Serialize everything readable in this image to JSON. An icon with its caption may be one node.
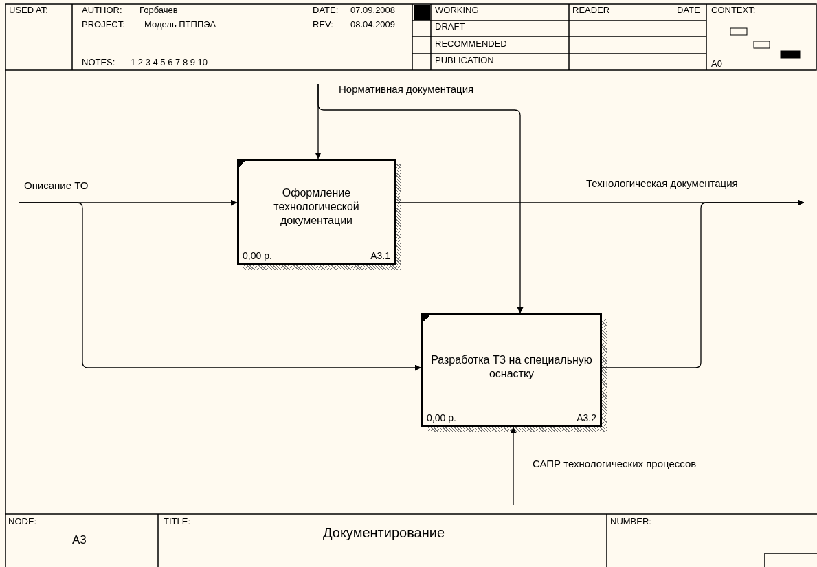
{
  "diagram": {
    "title": "Документирование",
    "nodes": [
      {
        "text": [
          "Оформление технологической документации",
          "0,00 р.",
          "A3.1"
        ]
      },
      {
        "text": [
          "Разработка ТЗ на специальную оснастку",
          "0,00 р.",
          "A3.2"
        ]
      }
    ],
    "edges": [
      {
        "from": null,
        "to": 0,
        "arrow": "to",
        "label": "Описание ТО"
      },
      {
        "from": null,
        "to": 1,
        "arrow": "to"
      },
      {
        "from": null,
        "to": 0,
        "arrow": "to",
        "label": "Нормативная документация"
      },
      {
        "from": null,
        "to": 1,
        "arrow": "to"
      },
      {
        "from": 0,
        "to": null,
        "arrow": "to",
        "label": "Технологическая документация"
      },
      {
        "from": 1,
        "to": null,
        "arrow": "to"
      },
      {
        "from": null,
        "to": 1,
        "arrow": "to",
        "label": "САПР технологических процессов"
      }
    ],
    "labels": [
      "USED AT:",
      "AUTHOR:",
      "Горбачев",
      "DATE:",
      "07.09.2008",
      "PROJECT:",
      "Модель ПТППЭА",
      "REV:",
      "08.04.2009",
      "NOTES:",
      "1 2 3 4 5 6 7 8 9 10",
      "WORKING",
      "READER",
      "DATE",
      "CONTEXT:",
      "DRAFT",
      "RECOMMENDED",
      "PUBLICATION",
      "A0",
      "NODE:",
      "A3",
      "TITLE:",
      "NUMBER:"
    ]
  }
}
